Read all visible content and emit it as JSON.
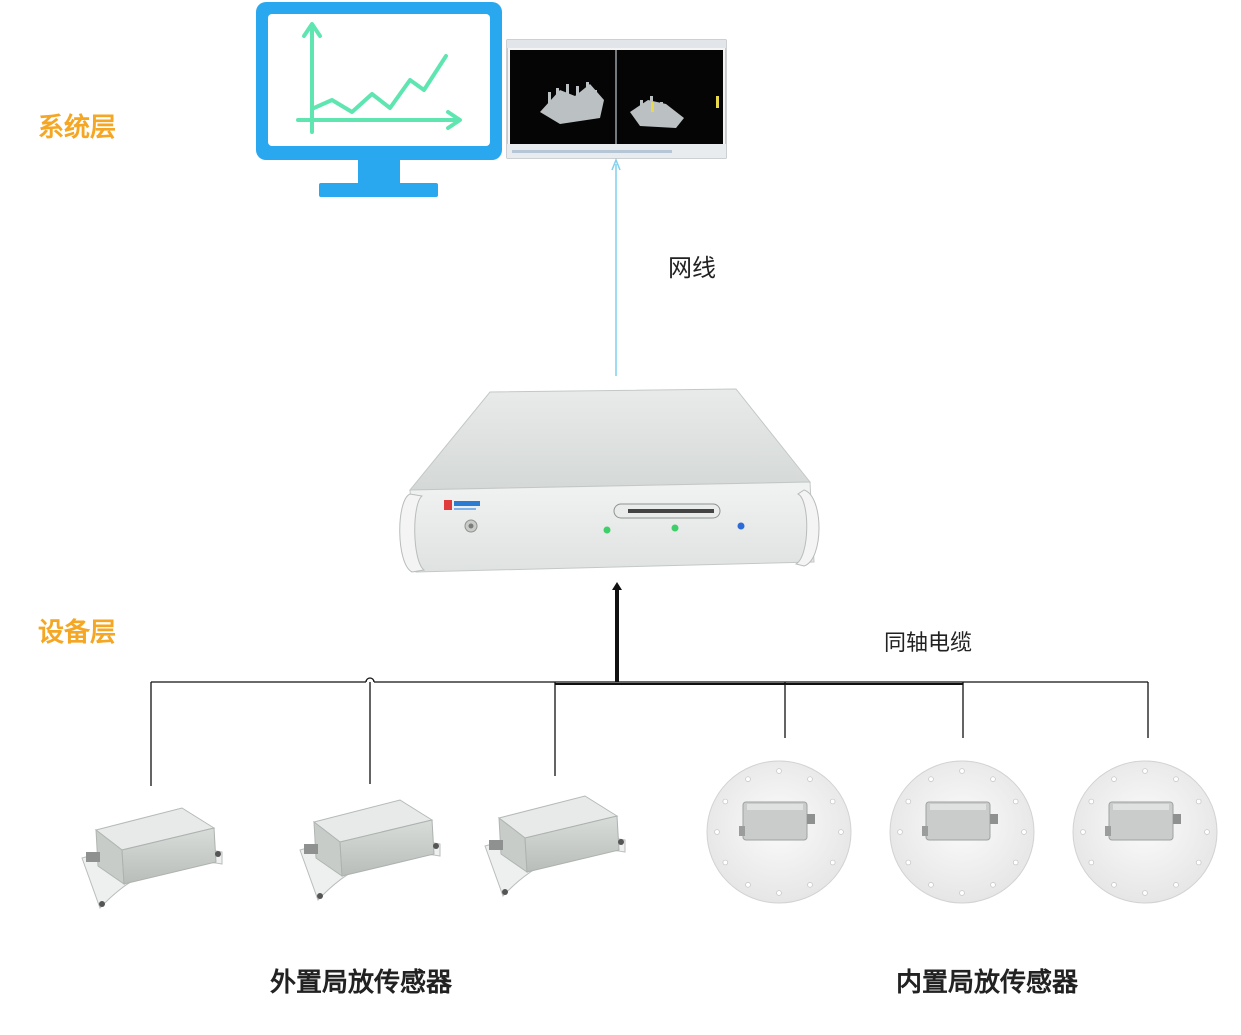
{
  "layers": {
    "system": "系统层",
    "device": "设备层"
  },
  "connections": {
    "network": "网线",
    "coax": "同轴电缆"
  },
  "groups": {
    "external": "外置局放传感器",
    "internal": "内置局放传感器"
  },
  "colors": {
    "layer_label": "#f5a623",
    "monitor": "#29a8f0",
    "chart_line": "#5fe6b0",
    "network_line": "#7fd0ee",
    "cable": "#111111"
  },
  "icons": {
    "monitor": "monitor-icon",
    "analysis_window": "analysis-screenshot-icon",
    "host_unit": "rack-unit-icon",
    "external_sensor": "external-sensor-icon",
    "internal_sensor": "internal-sensor-icon"
  }
}
